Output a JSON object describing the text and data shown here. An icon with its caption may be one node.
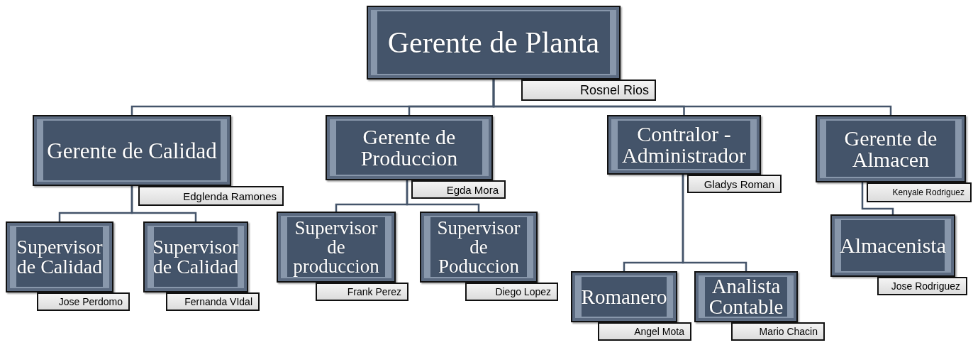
{
  "diagram": {
    "nodes": [
      {
        "text": [
          "Gerente de Planta"
        ]
      },
      {
        "text": [
          "Rosnel Rios"
        ]
      },
      {
        "text": [
          "Gerente de Calidad"
        ]
      },
      {
        "text": [
          "Edglenda Ramones"
        ]
      },
      {
        "text": [
          "Gerente de Produccion"
        ]
      },
      {
        "text": [
          "Egda Mora"
        ]
      },
      {
        "text": [
          "Contralor - Administrador"
        ]
      },
      {
        "text": [
          "Gladys Roman"
        ]
      },
      {
        "text": [
          "Gerente de Almacen"
        ]
      },
      {
        "text": [
          "Kenyale Rodriguez"
        ]
      },
      {
        "text": [
          "Supervisor de Calidad"
        ]
      },
      {
        "text": [
          "Jose Perdomo"
        ]
      },
      {
        "text": [
          "Supervisor de Calidad"
        ]
      },
      {
        "text": [
          "Fernanda VIdal"
        ]
      },
      {
        "text": [
          "Supervisor de produccion"
        ]
      },
      {
        "text": [
          "Frank Perez"
        ]
      },
      {
        "text": [
          "Supervisor de Poduccion"
        ]
      },
      {
        "text": [
          "Diego Lopez"
        ]
      },
      {
        "text": [
          "Romanero"
        ]
      },
      {
        "text": [
          "Angel Mota"
        ]
      },
      {
        "text": [
          "Analista Contable"
        ]
      },
      {
        "text": [
          "Mario Chacin"
        ]
      },
      {
        "text": [
          "Almacenista"
        ]
      },
      {
        "text": [
          "Jose Rodriguez"
        ]
      }
    ],
    "edges": [
      {
        "from": 0,
        "to": 2,
        "arrow": "none"
      },
      {
        "from": 0,
        "to": 4,
        "arrow": "none"
      },
      {
        "from": 0,
        "to": 6,
        "arrow": "none"
      },
      {
        "from": 0,
        "to": 8,
        "arrow": "none"
      },
      {
        "from": 2,
        "to": 10,
        "arrow": "none"
      },
      {
        "from": 2,
        "to": 12,
        "arrow": "none"
      },
      {
        "from": 4,
        "to": 14,
        "arrow": "none"
      },
      {
        "from": 4,
        "to": 16,
        "arrow": "none"
      },
      {
        "from": 6,
        "to": 18,
        "arrow": "none"
      },
      {
        "from": 6,
        "to": 20,
        "arrow": "none"
      },
      {
        "from": 8,
        "to": 22,
        "arrow": "none"
      }
    ]
  }
}
